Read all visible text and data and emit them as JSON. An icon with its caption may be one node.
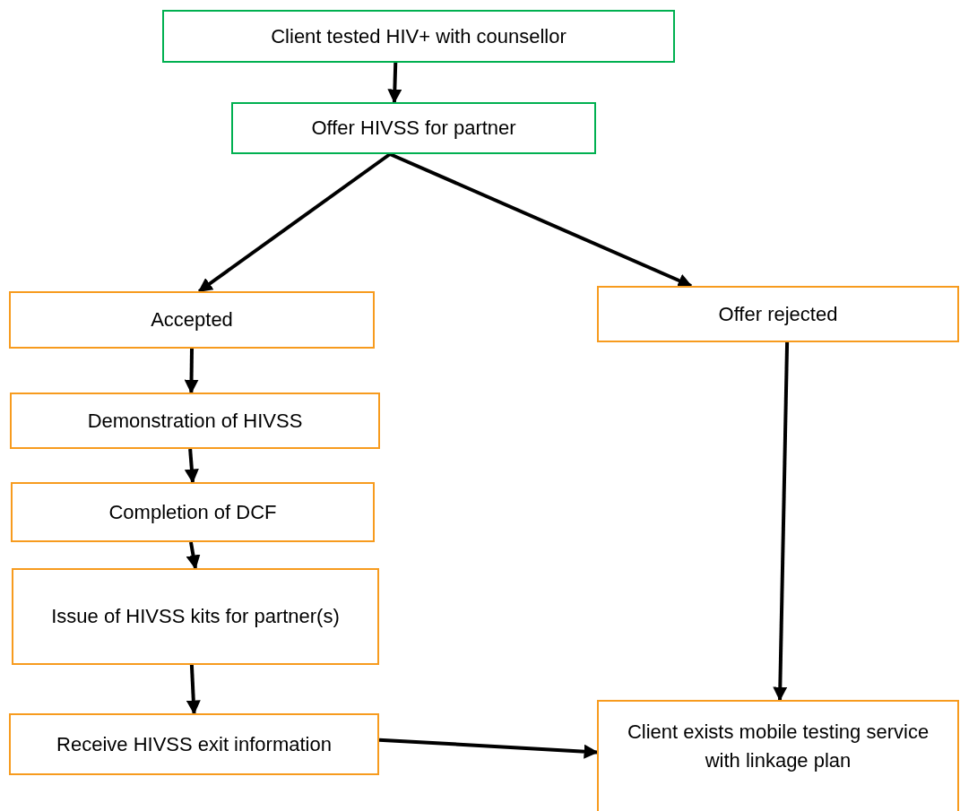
{
  "diagram": {
    "nodes": [
      {
        "text": [
          "Client tested HIV+ with counsellor"
        ]
      },
      {
        "text": [
          "Offer HIVSS for partner"
        ]
      },
      {
        "text": [
          "Accepted"
        ]
      },
      {
        "text": [
          "Offer rejected"
        ]
      },
      {
        "text": [
          "Demonstration of HIVSS"
        ]
      },
      {
        "text": [
          "Completion of DCF"
        ]
      },
      {
        "text": [
          "Issue of HIVSS kits for partner(s)"
        ]
      },
      {
        "text": [
          "Receive HIVSS exit information"
        ]
      },
      {
        "text": [
          "Client exists mobile testing service with linkage plan"
        ]
      }
    ],
    "edges": [
      {
        "from": 0,
        "to": 1,
        "arrow": "to"
      },
      {
        "from": 1,
        "to": 2,
        "arrow": "to"
      },
      {
        "from": 1,
        "to": 3,
        "arrow": "to"
      },
      {
        "from": 2,
        "to": 4,
        "arrow": "to"
      },
      {
        "from": 4,
        "to": 5,
        "arrow": "to"
      },
      {
        "from": 5,
        "to": 6,
        "arrow": "to"
      },
      {
        "from": 6,
        "to": 7,
        "arrow": "to"
      },
      {
        "from": 7,
        "to": 8,
        "arrow": "to"
      },
      {
        "from": 3,
        "to": 8,
        "arrow": "to"
      }
    ]
  }
}
